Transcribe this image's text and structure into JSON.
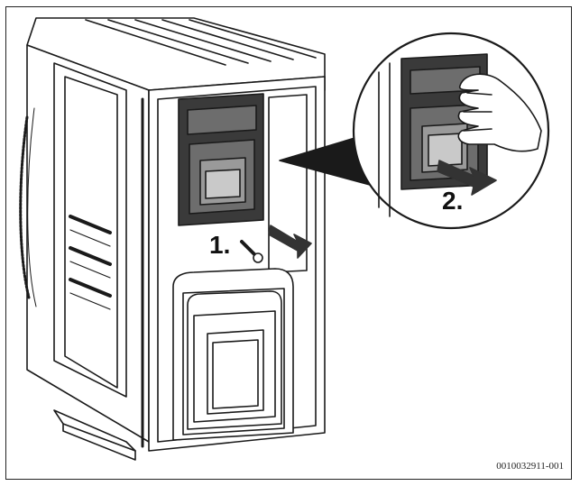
{
  "figure": {
    "figure_id": "0010032911-001",
    "steps": [
      {
        "label": "1.",
        "description": "screw"
      },
      {
        "label": "2.",
        "description": "pull cover"
      }
    ]
  },
  "colors": {
    "line": "#1a1a1a",
    "cover_dark": "#3a3a3a",
    "cover_mid": "#6d6d6d",
    "cover_light": "#9a9a9a",
    "cover_window": "#c9c9c9",
    "unit_body": "#ffffff",
    "arrow": "#333333"
  },
  "icons": [
    "screw-icon",
    "arrow-icon",
    "hand-icon",
    "magnifier-circle"
  ]
}
